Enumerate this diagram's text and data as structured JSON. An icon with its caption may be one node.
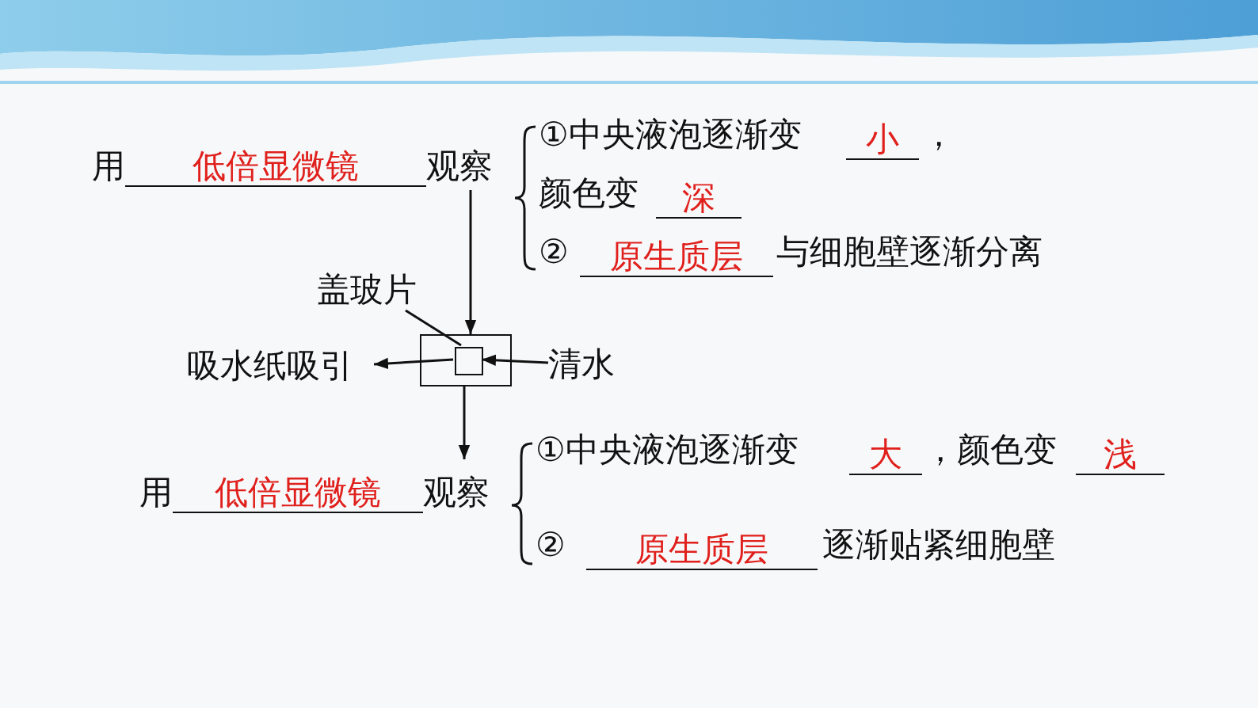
{
  "diagram": {
    "nodes": [
      {
        "text": [
          "用",
          "低倍显微镜",
          "观察"
        ]
      },
      {
        "text": [],
        "shape": "box"
      },
      {
        "text": [],
        "shape": "box",
        "in": 1
      },
      {
        "text": [
          "盖玻片"
        ]
      },
      {
        "text": [
          "吸水纸吸引"
        ]
      },
      {
        "text": [
          "清水"
        ]
      },
      {
        "text": [
          "用",
          "低倍显微镜",
          "观察"
        ]
      }
    ],
    "edges": [
      {
        "from": 0,
        "to": 1,
        "arrow": "to"
      },
      {
        "from": 1,
        "to": 6,
        "arrow": "to"
      },
      {
        "from": 3,
        "to": 2,
        "arrow": "none"
      },
      {
        "from": 5,
        "to": 2,
        "arrow": "to"
      },
      {
        "from": 2,
        "to": 4,
        "arrow": "to"
      }
    ],
    "labels": [
      "①中央液泡逐渐变",
      "小",
      "，",
      "颜色变",
      "深",
      "②",
      "原生质层",
      "与细胞壁逐渐分离",
      "①中央液泡逐渐变",
      "大",
      "，颜色变",
      "浅",
      "②",
      "原生质层",
      "逐渐贴紧细胞壁"
    ]
  }
}
